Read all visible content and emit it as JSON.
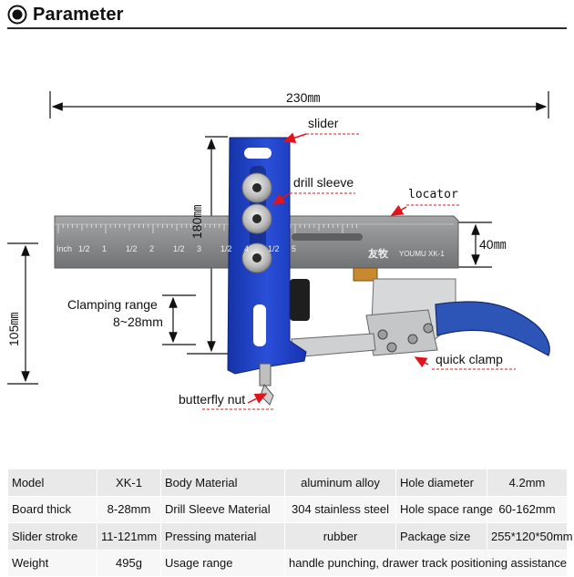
{
  "header": {
    "title": "Parameter",
    "icon": "circle-icon"
  },
  "dimensions": {
    "width": "230㎜",
    "height_slider": "180㎜",
    "height_left": "105㎜",
    "locator_height": "40㎜",
    "clamping_range_line1": "Clamping range",
    "clamping_range_line2": "8~28mm"
  },
  "callouts": {
    "slider": "slider",
    "drill_sleeve": "drill sleeve",
    "locator": "locator",
    "quick_clamp": "quick clamp",
    "butterfly_nut": "butterfly nut"
  },
  "ruler": {
    "inch_label": "Inch",
    "brand_text": "友牧",
    "brand_latin": "YOUMU",
    "model_mark": "XK-1",
    "ticks": [
      "1/2",
      "1",
      "1/2",
      "2",
      "1/2",
      "3",
      "1/2",
      "4",
      "1/2",
      "5"
    ]
  },
  "colors": {
    "slider_blue": "#1f3fc4",
    "ruler_gray": "#8a8c8e",
    "callout_red": "#e0141c",
    "handle_blue": "#2d55b8"
  },
  "specs": {
    "rows": [
      [
        "Model",
        "XK-1",
        "Body Material",
        "aluminum alloy",
        "Hole diameter",
        "4.2mm"
      ],
      [
        "Board thick",
        "8-28mm",
        "Drill Sleeve Material",
        "304 stainless steel",
        "Hole space range",
        "60-162mm"
      ],
      [
        "Slider stroke",
        "11-121mm",
        "Pressing material",
        "rubber",
        "Package size",
        "255*120*50mm"
      ],
      [
        "Weight",
        "495g",
        "Usage range",
        "handle punching, drawer track positioning assistance"
      ]
    ]
  }
}
